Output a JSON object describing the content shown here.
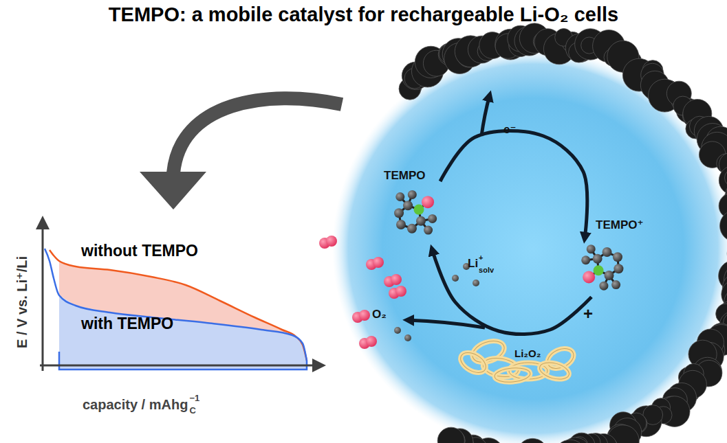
{
  "diagram": {
    "title": "TEMPO: a mobile catalyst for rechargeable Li-O₂ cells",
    "nodes": [
      {
        "text": [
          "TEMPO"
        ]
      },
      {
        "text": [
          "TEMPO⁺"
        ]
      }
    ],
    "edges": [
      {
        "from": 0,
        "to": 1,
        "arrow": "to"
      },
      {
        "from": 1,
        "to": 0,
        "arrow": "to"
      }
    ],
    "labels": [
      "without TEMPO",
      "with TEMPO",
      "E / V vs. Li⁺/Li",
      "capacity / mAhg",
      "−1",
      "C",
      "e⁻",
      "Li",
      "+",
      "solv",
      "O₂",
      "+",
      "Li₂O₂"
    ]
  }
}
